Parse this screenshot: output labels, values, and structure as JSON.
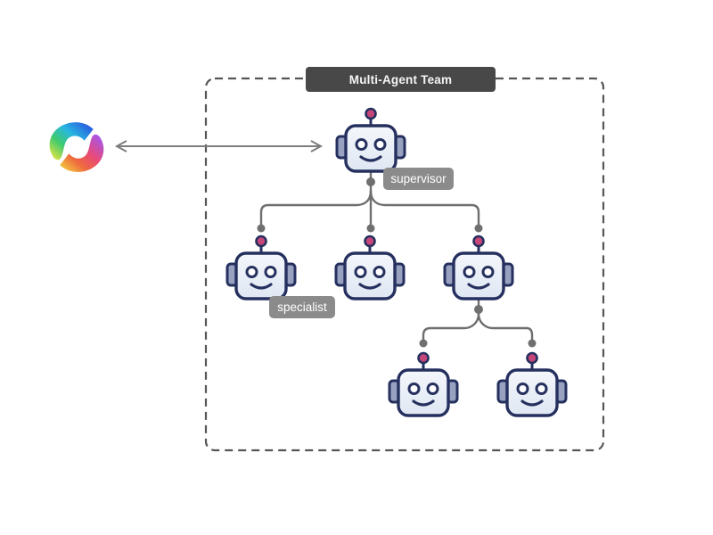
{
  "diagram": {
    "title": "Multi-Agent Team",
    "supervisor_label": "supervisor",
    "specialist_label": "specialist",
    "tree": {
      "supervisor": [
        "specialist-1",
        "specialist-2",
        "specialist-3"
      ],
      "specialist-3": [
        "agent-4",
        "agent-5"
      ]
    },
    "node_count": 6
  },
  "external": {
    "icon": "copilot-logo-icon",
    "connector": "double-headed-arrow"
  },
  "colors": {
    "navy": "#26305f",
    "ball": "#c64679",
    "ear": "#98a2c0",
    "line": "#6f6f6f",
    "border": "#565656",
    "arrow": "#7d7d7d",
    "label-bg": "#8b8b8b",
    "title-bg": "#484848",
    "title-text": "#f5f5f5",
    "copilot-blue": "#2b5fe0",
    "copilot-green": "#3fcb6e",
    "copilot-yellow": "#f3c53e",
    "copilot-orange": "#ee6a3d",
    "copilot-pink": "#e84a78",
    "copilot-purple": "#a855e8"
  }
}
